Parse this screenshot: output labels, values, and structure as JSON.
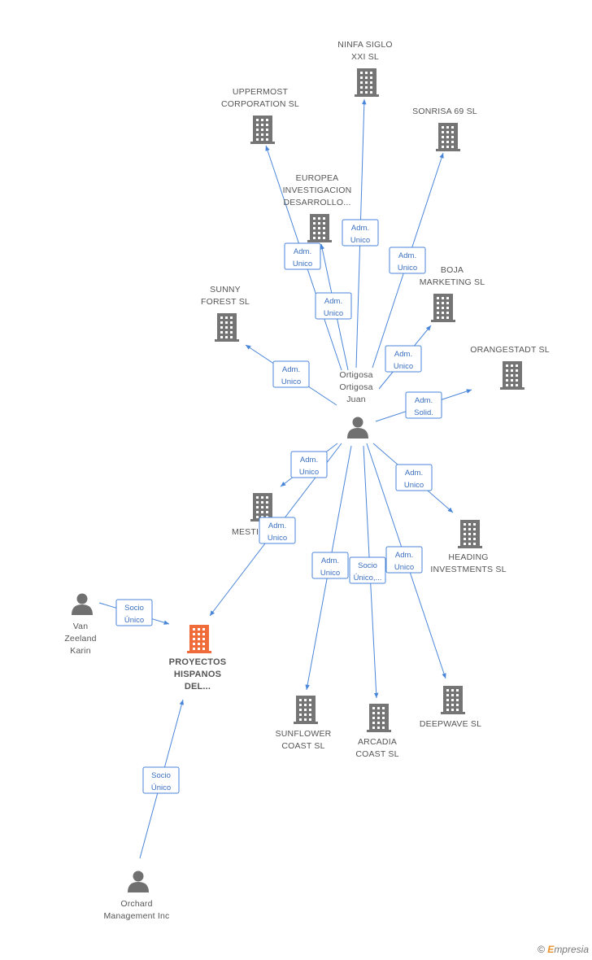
{
  "colors": {
    "edge": "#4a86d8",
    "building": "#757575",
    "focus_building": "#f06c3a",
    "person": "#707070",
    "label": "#555555"
  },
  "nodes": [
    {
      "id": "ninfa",
      "type": "company",
      "lines": [
        "NINFA SIGLO",
        "XXI SL"
      ]
    },
    {
      "id": "uppermost",
      "type": "company",
      "lines": [
        "UPPERMOST",
        "CORPORATION SL"
      ]
    },
    {
      "id": "sonrisa",
      "type": "company",
      "lines": [
        "SONRISA 69 SL"
      ]
    },
    {
      "id": "europea",
      "type": "company",
      "lines": [
        "EUROPEA",
        "INVESTIGACION",
        "DESARROLLO..."
      ]
    },
    {
      "id": "boja",
      "type": "company",
      "lines": [
        "BOJA",
        "MARKETING  SL"
      ]
    },
    {
      "id": "sunny",
      "type": "company",
      "lines": [
        "SUNNY",
        "FOREST SL"
      ]
    },
    {
      "id": "orangestadt",
      "type": "company",
      "lines": [
        "ORANGESTADT SL"
      ]
    },
    {
      "id": "ortigosa",
      "type": "person",
      "lines": [
        "Ortigosa",
        "Ortigosa",
        "Juan"
      ]
    },
    {
      "id": "mestir",
      "type": "company",
      "lines": [
        "MESTI"
      ]
    },
    {
      "id": "heading",
      "type": "company",
      "lines": [
        "HEADING",
        "INVESTMENTS SL"
      ]
    },
    {
      "id": "vanzeeland",
      "type": "person",
      "lines": [
        "Van",
        "Zeeland",
        "Karin"
      ]
    },
    {
      "id": "proyectos",
      "type": "focus",
      "lines": [
        "PROYECTOS",
        "HISPANOS",
        "DEL..."
      ]
    },
    {
      "id": "sunflower",
      "type": "company",
      "lines": [
        "SUNFLOWER",
        "COAST SL"
      ]
    },
    {
      "id": "arcadia",
      "type": "company",
      "lines": [
        "ARCADIA",
        "COAST SL"
      ]
    },
    {
      "id": "deepwave",
      "type": "company",
      "lines": [
        "DEEPWAVE SL"
      ]
    },
    {
      "id": "orchard",
      "type": "person",
      "lines": [
        "Orchard",
        "Management Inc"
      ]
    }
  ],
  "edges": [
    {
      "from": "ortigosa",
      "to": "ninfa",
      "label": [
        "Adm.",
        "Unico"
      ]
    },
    {
      "from": "ortigosa",
      "to": "uppermost",
      "label": [
        "Adm.",
        "Unico"
      ]
    },
    {
      "from": "ortigosa",
      "to": "sonrisa",
      "label": [
        "Adm.",
        "Unico"
      ]
    },
    {
      "from": "ortigosa",
      "to": "europea",
      "label": [
        "Adm.",
        "Unico"
      ]
    },
    {
      "from": "ortigosa",
      "to": "boja",
      "label": [
        "Adm.",
        "Unico"
      ]
    },
    {
      "from": "ortigosa",
      "to": "sunny",
      "label": [
        "Adm.",
        "Unico"
      ]
    },
    {
      "from": "ortigosa",
      "to": "orangestadt",
      "label": [
        "Adm.",
        "Solid."
      ]
    },
    {
      "from": "ortigosa",
      "to": "mestir",
      "label": [
        "Adm.",
        "Unico"
      ]
    },
    {
      "from": "ortigosa",
      "to": "heading",
      "label": [
        "Adm.",
        "Unico"
      ]
    },
    {
      "from": "ortigosa",
      "to": "proyectos",
      "label": [
        "Adm.",
        "Unico"
      ]
    },
    {
      "from": "ortigosa",
      "to": "sunflower",
      "label": [
        "Adm.",
        "Unico"
      ]
    },
    {
      "from": "ortigosa",
      "to": "arcadia",
      "label": [
        "Socio",
        "Único,..."
      ]
    },
    {
      "from": "ortigosa",
      "to": "deepwave",
      "label": [
        "Adm.",
        "Unico"
      ]
    },
    {
      "from": "vanzeeland",
      "to": "proyectos",
      "label": [
        "Socio",
        "Único"
      ]
    },
    {
      "from": "orchard",
      "to": "proyectos",
      "label": [
        "Socio",
        "Único"
      ]
    }
  ],
  "footer": {
    "copyright": "©",
    "brand_initial": "E",
    "brand_rest": "mpresia"
  }
}
